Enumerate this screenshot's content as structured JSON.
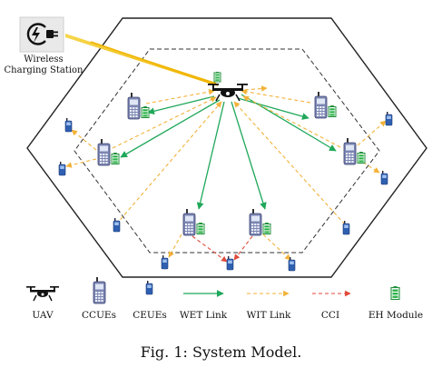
{
  "station": {
    "label_line1": "Wireless",
    "label_line2": "Charging Station",
    "icon": "charging-plug-icon"
  },
  "network": {
    "ccue_count": 6,
    "ceue_count": 9,
    "links": [
      "WET Link",
      "WIT Link",
      "CCI"
    ]
  },
  "legend": [
    {
      "key": "uav",
      "label": "UAV",
      "icon": "drone-icon"
    },
    {
      "key": "ccue",
      "label": "CCUEs",
      "icon": "phone-icon"
    },
    {
      "key": "ceue",
      "label": "CEUEs",
      "icon": "small-phone-icon"
    },
    {
      "key": "wet",
      "label": "WET Link",
      "color": "#1fa85a"
    },
    {
      "key": "wit",
      "label": "WIT Link",
      "color": "#f3b23a"
    },
    {
      "key": "cci",
      "label": "CCI",
      "color": "#e04a3a"
    },
    {
      "key": "eh",
      "label": "EH Module",
      "icon": "battery-icon",
      "color": "#2db34a"
    }
  ],
  "caption": "Fig. 1: System Model.",
  "colors": {
    "wet": "#1fa85a",
    "wit": "#f3b23a",
    "cci": "#e04a3a",
    "charging_beam": "#f2c200",
    "ccue_body": "#7c86b2",
    "ceue_body": "#2f5fb0",
    "eh": "#2db34a"
  }
}
